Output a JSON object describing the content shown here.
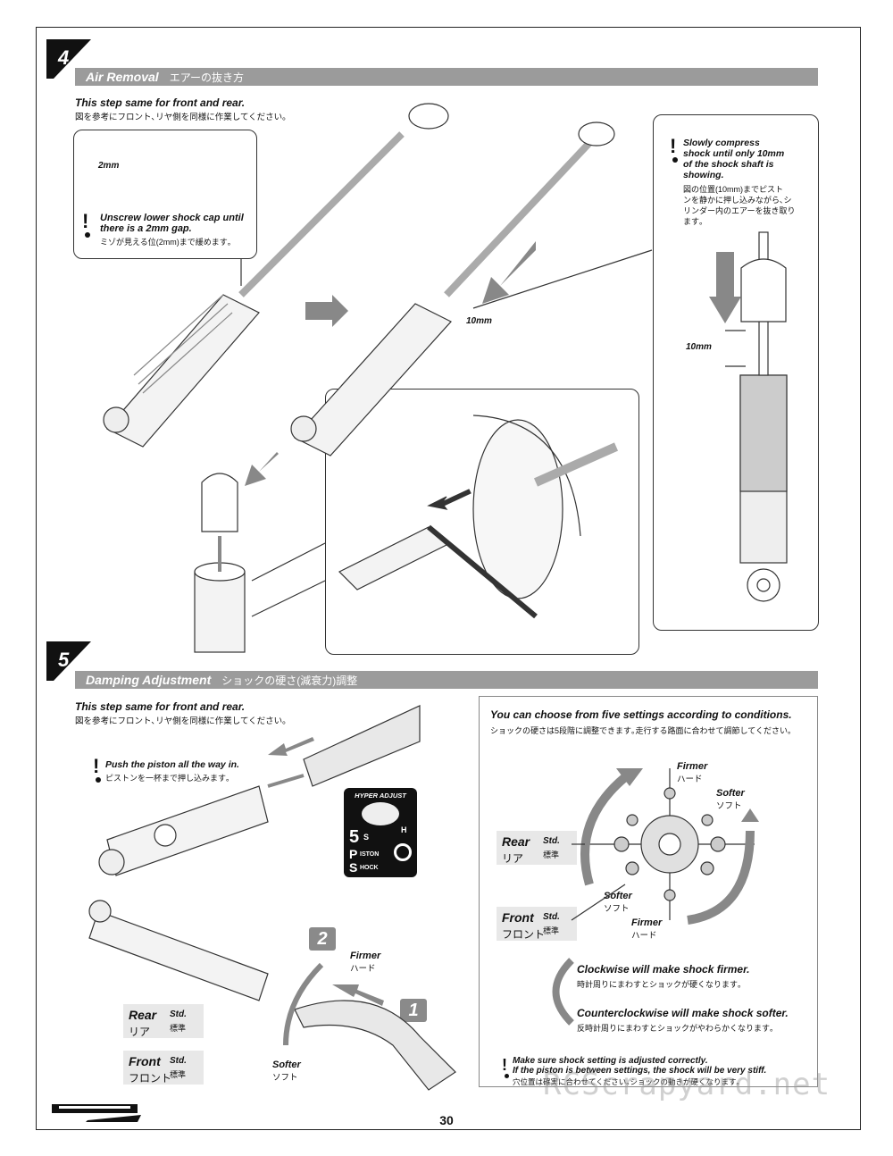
{
  "page": {
    "number": "30",
    "watermark": "RCScrapyard.net"
  },
  "step4": {
    "number": "4",
    "title_en": "Air Removal",
    "title_jp": "エアーの抜き方",
    "note_en": "This step same for front and rear.",
    "note_jp": "図を参考にフロント､リヤ側を同様に作業してください｡",
    "gap_label": "2mm",
    "unscrew_en_1": "Unscrew lower shock cap until",
    "unscrew_en_2": "there is a 2mm gap.",
    "unscrew_jp": "ミゾが見える位(2mm)まで緩めます｡",
    "shaft_label": "10mm",
    "compress_en_1": "Slowly compress",
    "compress_en_2": "shock until only 10mm",
    "compress_en_3": "of the shock shaft is",
    "compress_en_4": "showing.",
    "compress_jp_1": "図の位置(10mm)までピスト",
    "compress_jp_2": "ンを静かに押し込みながら､シ",
    "compress_jp_3": "リンダー内のエアーを抜き取り",
    "compress_jp_4": "ます｡",
    "detail_label": "10mm"
  },
  "step5": {
    "number": "5",
    "title_en": "Damping Adjustment",
    "title_jp": "ショックの硬さ(減衰力)調整",
    "note_en": "This step same for front and rear.",
    "note_jp": "図を参考にフロント､リヤ側を同様に作業してください｡",
    "push_en": "Push the piston all the way in.",
    "push_jp": "ピストンを一杯まで押し込みます｡",
    "badge_top": "HYPER ADJUST",
    "badge_s": "S",
    "badge_h": "H",
    "badge_p": "P",
    "badge_piston": "ISTON",
    "badge_shock": "HOCK",
    "badge_5": "5",
    "firmer_en": "Firmer",
    "firmer_jp": "ハード",
    "softer_en": "Softer",
    "softer_jp": "ソフト",
    "step1": "1",
    "step2": "2",
    "rear_en": "Rear",
    "rear_jp": "リア",
    "front_en": "Front",
    "front_jp": "フロント",
    "std_en": "Std.",
    "std_jp": "標準",
    "choose_en": "You can choose from five settings according to conditions.",
    "choose_jp": "ショックの硬さは5段階に調整できます｡走行する路面に合わせて調節してください｡",
    "cw_en": "Clockwise will make shock firmer.",
    "cw_jp": "時計周りにまわすとショックが硬くなります｡",
    "ccw_en": "Counterclockwise will make shock softer.",
    "ccw_jp": "反時計周りにまわすとショックがやわらかくなります｡",
    "warn_en_1": "Make sure shock setting is adjusted correctly.",
    "warn_en_2": "If the piston is between settings, the shock will be very stiff.",
    "warn_jp": "穴位置は確実に合わせてください｡ショックの動きが硬くなります｡"
  }
}
